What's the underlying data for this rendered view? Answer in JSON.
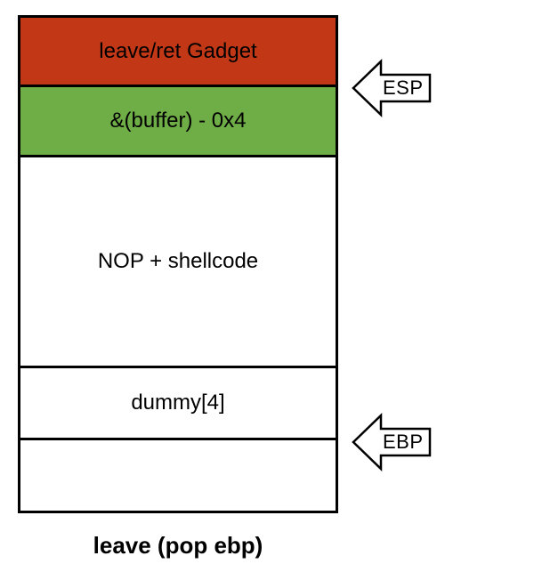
{
  "diagram": {
    "caption": "leave (pop ebp)",
    "frames": [
      {
        "label": "leave/ret Gadget",
        "fill": "#C23817"
      },
      {
        "label": "&(buffer) - 0x4",
        "fill": "#6FAD47"
      },
      {
        "label": "NOP + shellcode",
        "fill": "#FFFFFF"
      },
      {
        "label": "dummy[4]",
        "fill": "#FFFFFF"
      },
      {
        "label": "",
        "fill": "#FFFFFF"
      }
    ],
    "pointers": [
      {
        "label": "ESP"
      },
      {
        "label": "EBP"
      }
    ],
    "colors": {
      "border": "#000000",
      "background": "#FFFFFF",
      "gadget_fill": "#C23817",
      "buffer_address_fill": "#6FAD47",
      "arrow_fill": "#FFFFFF"
    }
  }
}
